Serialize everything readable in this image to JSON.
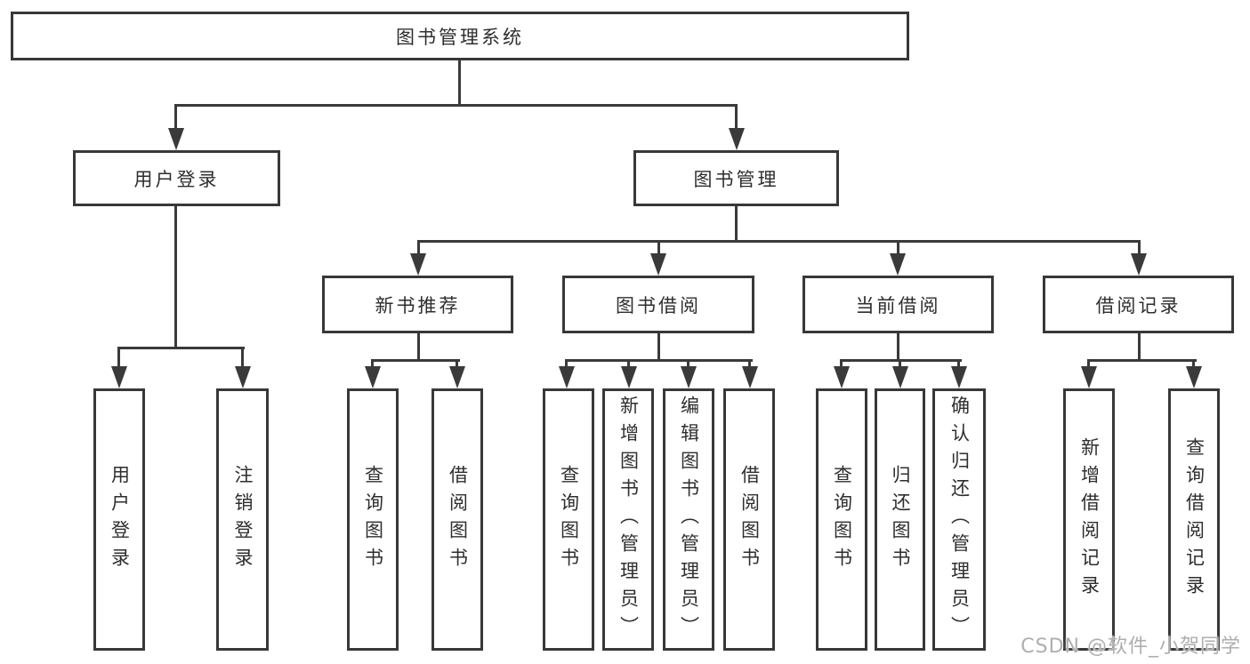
{
  "diagram": {
    "root": {
      "label": "图书管理系统"
    },
    "level2": [
      {
        "label": "用户登录"
      },
      {
        "label": "图书管理"
      }
    ],
    "level3": [
      {
        "label": "新书推荐"
      },
      {
        "label": "图书借阅"
      },
      {
        "label": "当前借阅"
      },
      {
        "label": "借阅记录"
      }
    ],
    "leaves": {
      "user_login": [
        {
          "label": "用户登录"
        },
        {
          "label": "注销登录"
        }
      ],
      "new_books": [
        {
          "label": "查询图书"
        },
        {
          "label": "借阅图书"
        }
      ],
      "book_borrow": [
        {
          "label": "查询图书"
        },
        {
          "label": "新增图书（管理员）"
        },
        {
          "label": "编辑图书（管理员）"
        },
        {
          "label": "借阅图书"
        }
      ],
      "current_borrow": [
        {
          "label": "查询图书"
        },
        {
          "label": "归还图书"
        },
        {
          "label": "确认归还（管理员）"
        }
      ],
      "borrow_records": [
        {
          "label": "新增借阅记录"
        },
        {
          "label": "查询借阅记录"
        }
      ]
    },
    "watermark": "CSDN @软件_小贺同学",
    "colors": {
      "line": "#3a3a3a",
      "border": "#383838",
      "text": "#2e2e2e",
      "watermark": "#aeaeae",
      "background": "#ffffff"
    }
  }
}
